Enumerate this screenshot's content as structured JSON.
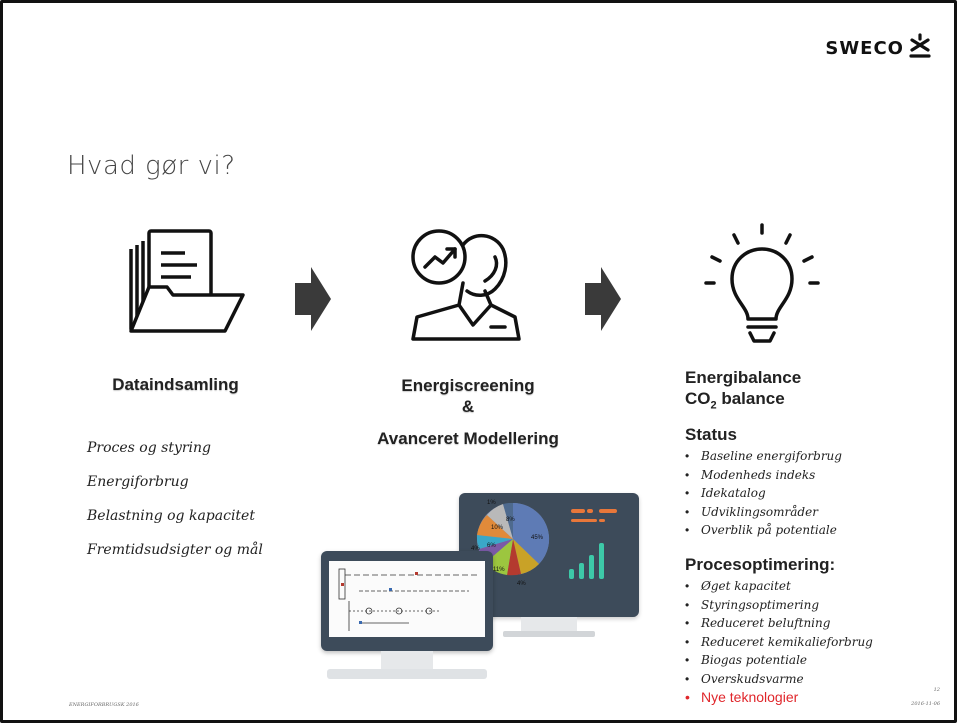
{
  "logo": {
    "text": "SWECO"
  },
  "title": "Hvad gør vi?",
  "col1": {
    "heading": "Dataindsamling",
    "items": [
      "Proces og styring",
      "Energiforbrug",
      "Belastning og kapacitet",
      "Fremtidsudsigter og mål"
    ]
  },
  "col2": {
    "heading_line1": "Energiscreening",
    "heading_line2": "&",
    "heading_line3": "Avanceret Modellering",
    "pie_labels": [
      "1%",
      "8%",
      "10%",
      "45%",
      "4%",
      "6%",
      "4%",
      "11%",
      "4%"
    ]
  },
  "col3": {
    "heading_line1": "Energibalance",
    "co2_prefix": "CO",
    "co2_sub": "2",
    "co2_suffix": " balance",
    "status_heading": "Status",
    "status_items": [
      "Baseline energiforbrug",
      "Modenheds indeks",
      "Idekatalog",
      "Udviklingsområder",
      "Overblik på potentiale"
    ],
    "proces_heading": "Procesoptimering:",
    "proces_items": [
      "Øget kapacitet",
      "Styringsoptimering",
      "Reduceret beluftning",
      "Reduceret kemikalieforbrug",
      "Biogas potentiale",
      "Overskudsvarme"
    ],
    "red_item": "Nye teknologier"
  },
  "footer": {
    "left": "ENERGIFORBRUGSK 2016",
    "page": "12",
    "date": "2016-11-06"
  },
  "colors": {
    "arrow": "#3a3a3a",
    "red": "#e0262b",
    "monitor": "#3d4b5a"
  }
}
